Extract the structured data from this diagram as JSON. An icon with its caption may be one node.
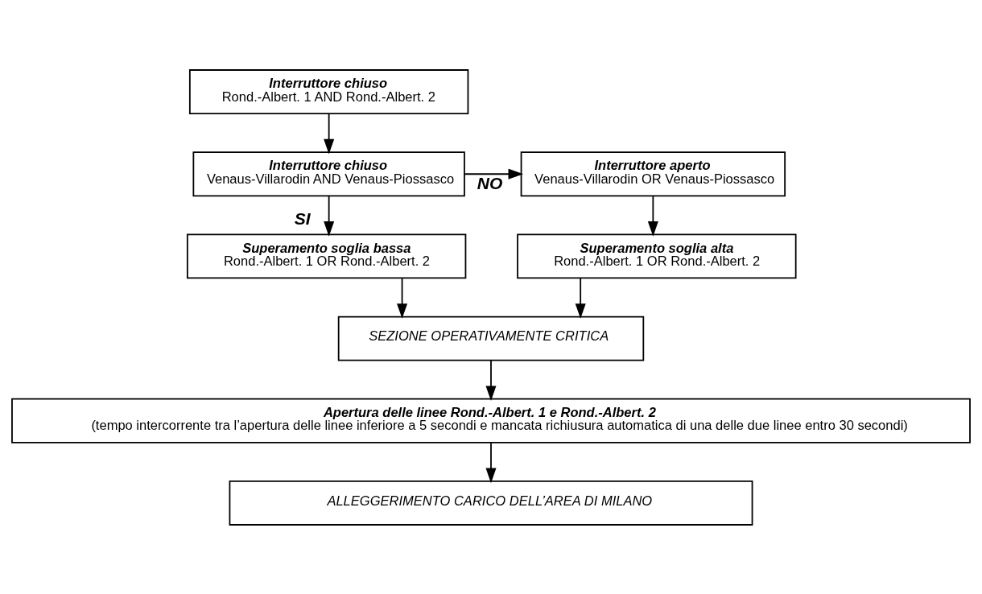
{
  "diagram": {
    "nodes": [
      {
        "text": [
          "Interruttore chiuso",
          "Rond.-Albert. 1 AND Rond.-Albert. 2"
        ]
      },
      {
        "text": [
          "Interruttore chiuso",
          "Venaus-Villarodin AND Venaus-Piossasco"
        ]
      },
      {
        "text": [
          "Interruttore aperto",
          "Venaus-Villarodin OR Venaus-Piossasco"
        ]
      },
      {
        "text": [
          "Superamento soglia bassa",
          "Rond.-Albert. 1 OR Rond.-Albert. 2"
        ]
      },
      {
        "text": [
          "Superamento soglia alta",
          "Rond.-Albert. 1 OR Rond.-Albert. 2"
        ]
      },
      {
        "text": [
          "SEZIONE OPERATIVAMENTE CRITICA"
        ]
      },
      {
        "text": [
          "Apertura delle linee Rond.-Albert. 1 e Rond.-Albert. 2",
          "(tempo intercorrente tra l’apertura delle linee inferiore a 5 secondi e mancata richiusura automatica di una delle due linee entro 30 secondi)"
        ]
      },
      {
        "text": [
          "ALLEGGERIMENTO CARICO DELL’AREA DI MILANO"
        ]
      }
    ],
    "edges": [
      {
        "from": 0,
        "to": 1,
        "arrow": "to"
      },
      {
        "from": 1,
        "to": 2,
        "arrow": "to",
        "label": "NO"
      },
      {
        "from": 1,
        "to": 3,
        "arrow": "to",
        "label": "SI"
      },
      {
        "from": 2,
        "to": 4,
        "arrow": "to"
      },
      {
        "from": 3,
        "to": 5,
        "arrow": "to"
      },
      {
        "from": 4,
        "to": 5,
        "arrow": "to"
      },
      {
        "from": 5,
        "to": 6,
        "arrow": "to"
      },
      {
        "from": 6,
        "to": 7,
        "arrow": "to"
      }
    ]
  }
}
